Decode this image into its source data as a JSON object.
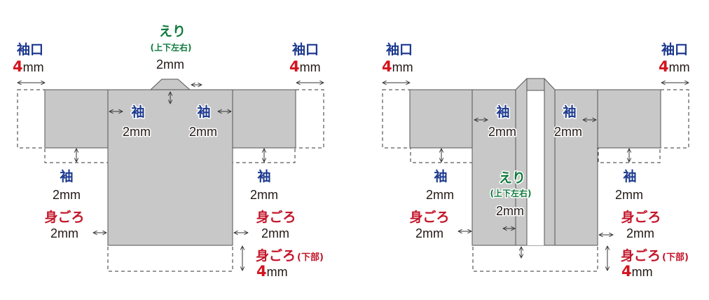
{
  "colors": {
    "sleeve_label": "#1d3a8f",
    "body_label": "#c3162a",
    "collar_label": "#0e7a3c",
    "garment_fill": "#c8c8c8"
  },
  "left_diagram": {
    "cuff_left": {
      "label": "袖口",
      "value": "4",
      "unit": "mm"
    },
    "cuff_right": {
      "label": "袖口",
      "value": "4",
      "unit": "mm"
    },
    "collar": {
      "label": "えり",
      "sub": "(上下左右)",
      "value": "2mm"
    },
    "sleeve_inner_left": {
      "label": "袖",
      "value": "2mm"
    },
    "sleeve_inner_right": {
      "label": "袖",
      "value": "2mm"
    },
    "sleeve_bottom_left": {
      "label": "袖",
      "value": "2mm"
    },
    "sleeve_bottom_right": {
      "label": "袖",
      "value": "2mm"
    },
    "body_left": {
      "label": "身ごろ",
      "value": "2mm"
    },
    "body_right": {
      "label": "身ごろ",
      "value": "2mm"
    },
    "body_bottom": {
      "label": "身ごろ",
      "sub": "(下部)",
      "value": "4",
      "unit": "mm"
    }
  },
  "right_diagram": {
    "cuff_left": {
      "label": "袖口",
      "value": "4",
      "unit": "mm"
    },
    "cuff_right": {
      "label": "袖口",
      "value": "4",
      "unit": "mm"
    },
    "collar": {
      "label": "えり",
      "sub": "(上下左右)",
      "value": "2mm"
    },
    "sleeve_inner_left": {
      "label": "袖",
      "value": "2mm"
    },
    "sleeve_inner_right": {
      "label": "袖",
      "value": "2mm"
    },
    "sleeve_bottom_left": {
      "label": "袖",
      "value": "2mm"
    },
    "sleeve_bottom_right": {
      "label": "袖",
      "value": "2mm"
    },
    "body_left": {
      "label": "身ごろ",
      "value": "2mm"
    },
    "body_right": {
      "label": "身ごろ",
      "value": "2mm"
    },
    "body_bottom": {
      "label": "身ごろ",
      "sub": "(下部)",
      "value": "4",
      "unit": "mm"
    }
  }
}
